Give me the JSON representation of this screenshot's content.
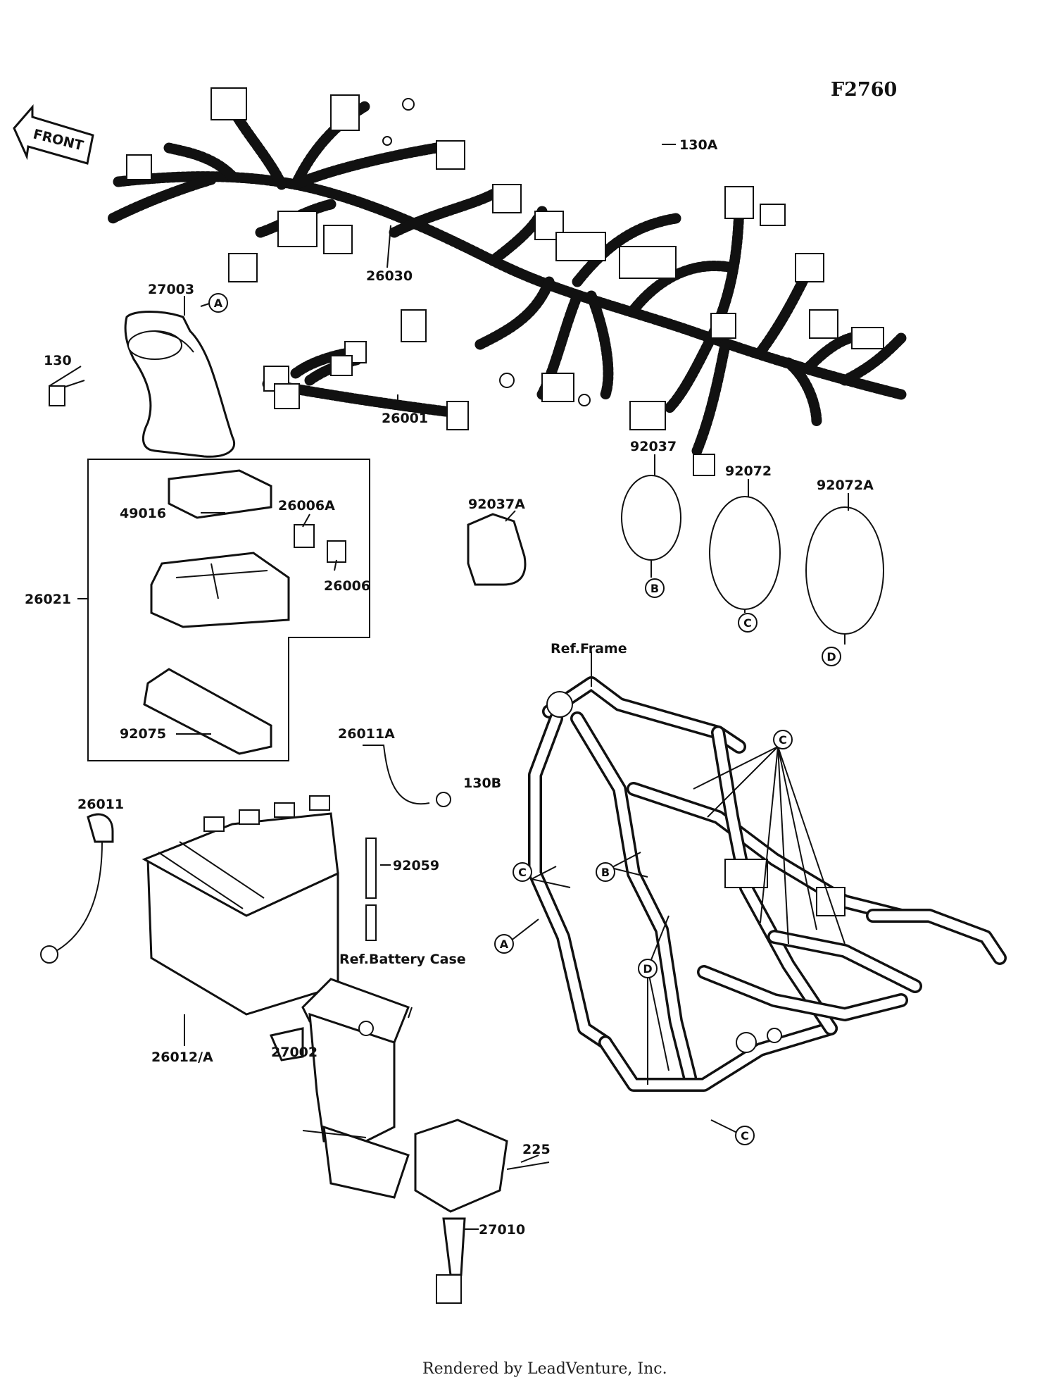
{
  "diagram_code": "F2760",
  "front_arrow_label": "FRONT",
  "footer": "Rendered by LeadVenture, Inc.",
  "reference_labels": {
    "frame": "Ref.Frame",
    "battery_case": "Ref.Battery Case"
  },
  "part_numbers": {
    "p26030": "26030",
    "p26001": "26001",
    "p27003": "27003",
    "p130": "130",
    "p130A": "130A",
    "p130B": "130B",
    "p92037": "92037",
    "p92072": "92072",
    "p92072A": "92072A",
    "p92037A": "92037A",
    "p49016": "49016",
    "p26006A": "26006A",
    "p26006": "26006",
    "p26021": "26021",
    "p92075": "92075",
    "p26011A": "26011A",
    "p26011": "26011",
    "p92059": "92059",
    "p26012A": "26012/A",
    "p27002": "27002",
    "p225": "225",
    "p27010": "27010"
  },
  "callouts": {
    "A": "A",
    "B": "B",
    "C": "C",
    "D": "D"
  }
}
